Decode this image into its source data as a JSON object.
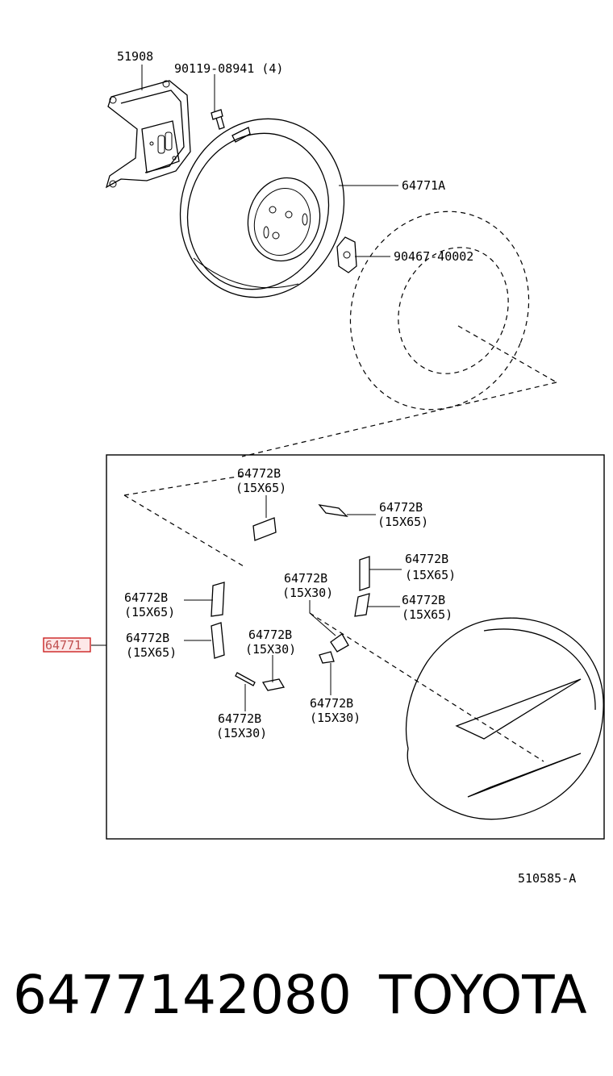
{
  "callouts": {
    "bracket": "51908",
    "bolt": "90119-08941 (4)",
    "carrier": "64771A",
    "clip": "90467-40002",
    "cover": "64771",
    "diagram_code": "510585-A"
  },
  "pads": [
    {
      "part": "64772B",
      "size": "(15X65)"
    },
    {
      "part": "64772B",
      "size": "(15X65)"
    },
    {
      "part": "64772B",
      "size": "(15X30)"
    },
    {
      "part": "64772B",
      "size": "(15X65)"
    },
    {
      "part": "64772B",
      "size": "(15X65)"
    },
    {
      "part": "64772B",
      "size": "(15X65)"
    },
    {
      "part": "64772B",
      "size": "(15X65)"
    },
    {
      "part": "64772B",
      "size": "(15X30)"
    },
    {
      "part": "64772B",
      "size": "(15X30)"
    },
    {
      "part": "64772B",
      "size": "(15X30)"
    }
  ],
  "footer": {
    "part_number": "6477142080",
    "brand": "TOYOTA"
  }
}
